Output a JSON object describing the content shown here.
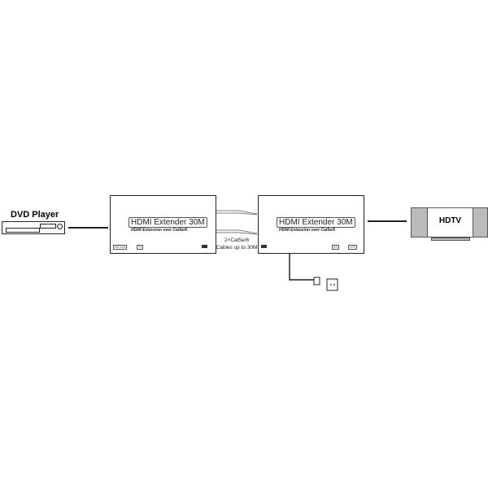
{
  "source": {
    "label": "DVD Player"
  },
  "transmitter": {
    "title": "HDMI Extender 30M",
    "subtitle": "HDMI Extension over Cat5e/6",
    "ports": [
      "HD DVD",
      "TX"
    ]
  },
  "receiver": {
    "title": "HDMI Extender 30M",
    "subtitle": "HDMI Extension over Cat5e/6",
    "ports": [
      "RX",
      "LCD"
    ]
  },
  "link": {
    "line1": "2×Cat5e/6",
    "line2": "Cables up to 30M"
  },
  "display": {
    "label": "HDTV"
  },
  "colors": {
    "line": "#222222",
    "tv_frame": "#bbbbbb"
  }
}
